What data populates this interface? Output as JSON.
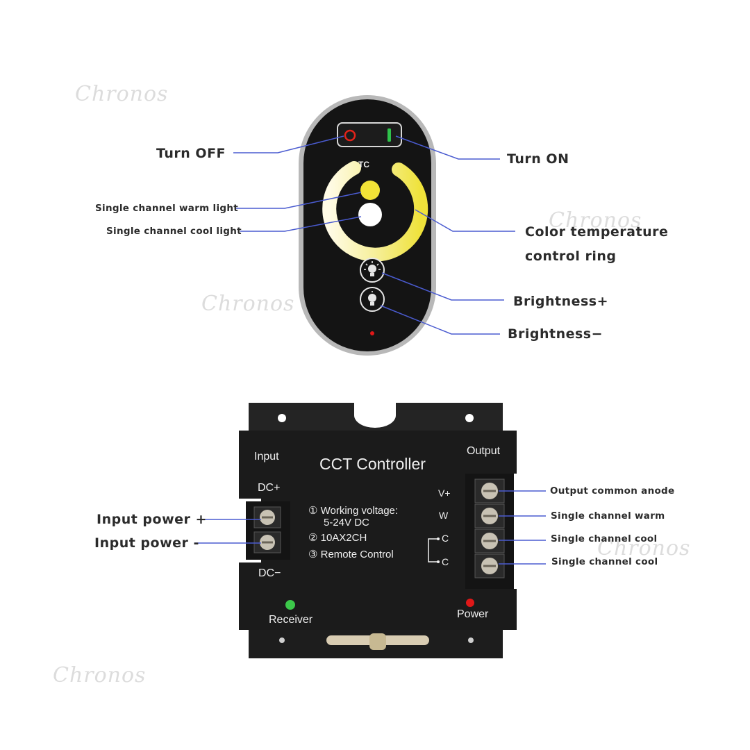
{
  "watermark": "Chronos",
  "remote": {
    "logo": "TC",
    "callouts": {
      "turn_off": "Turn OFF",
      "turn_on": "Turn ON",
      "warm_light": "Single channel warm light",
      "cool_light": "Single channel cool light",
      "ring_line1": "Color temperature",
      "ring_line2": "control ring",
      "brightness_up": "Brightness+",
      "brightness_down": "Brightness−"
    }
  },
  "controller": {
    "title": "CCT Controller",
    "input_label": "Input",
    "output_label": "Output",
    "dc_plus": "DC+",
    "dc_minus": "DC−",
    "spec1_line1": "① Working voltage:",
    "spec1_line2": "5-24V DC",
    "spec2": "② 10AX2CH",
    "spec3": "③ Remote Control",
    "term_vplus": "V+",
    "term_w": "W",
    "term_c1": "C",
    "term_c2": "C",
    "receiver": "Receiver",
    "power": "Power",
    "callouts": {
      "input_plus": "Input power +",
      "input_minus": "Input power -",
      "out_anode": "Output common anode",
      "out_warm": "Single channel warm",
      "out_cool1": "Single channel cool",
      "out_cool2": "Single channel cool"
    }
  },
  "colors": {
    "callout_line": "#4a5bd0",
    "device_body": "#1b1b1b",
    "warm_yellow": "#f2e64a",
    "power_led": "#e01818",
    "receiver_led": "#3cc84a"
  }
}
